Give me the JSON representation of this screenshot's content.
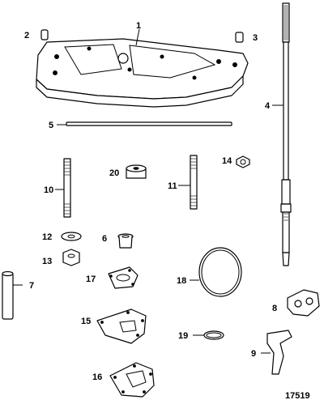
{
  "figure_number": "17519",
  "callouts": [
    "1",
    "2",
    "3",
    "4",
    "5",
    "6",
    "7",
    "8",
    "9",
    "10",
    "11",
    "12",
    "13",
    "14",
    "15",
    "16",
    "17",
    "18",
    "19",
    "20"
  ]
}
